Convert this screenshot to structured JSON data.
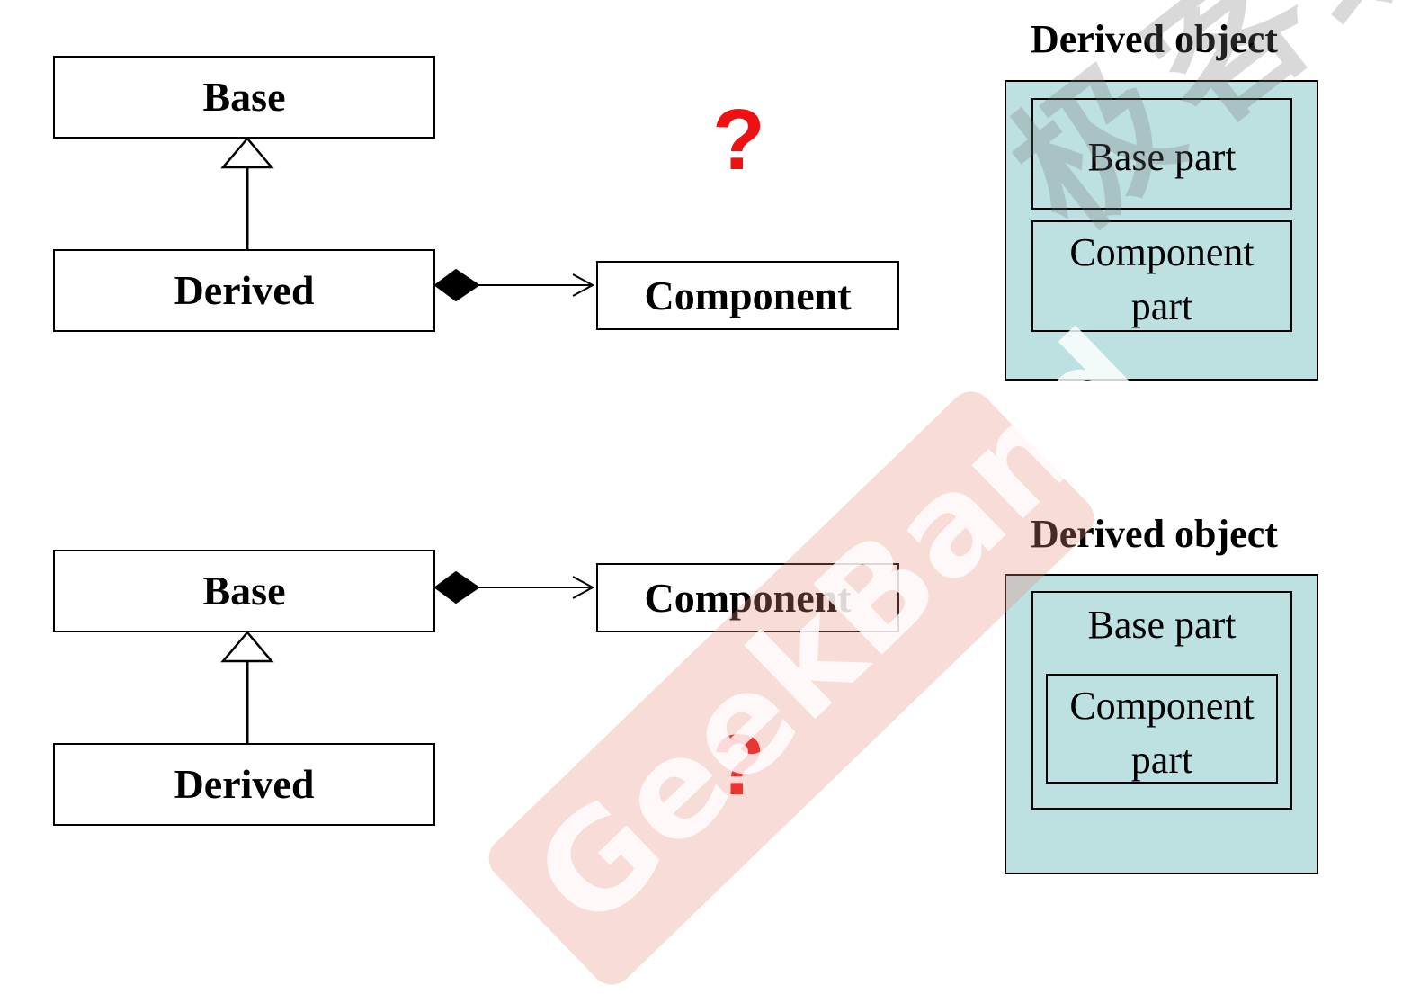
{
  "top": {
    "base_label": "Base",
    "derived_label": "Derived",
    "component_label": "Component",
    "question": "?",
    "object_title": "Derived object",
    "base_part": "Base part",
    "component_part_line1": "Component",
    "component_part_line2": "part"
  },
  "bottom": {
    "base_label": "Base",
    "derived_label": "Derived",
    "component_label": "Component",
    "question": "?",
    "object_title": "Derived object",
    "base_part": "Base part",
    "component_part_line1": "Component",
    "component_part_line2": "part"
  },
  "watermark": {
    "logo_text": "GeekBand",
    "cn_text": "极客班"
  },
  "colors": {
    "object_fill": "#bde0e1",
    "question_mark": "#ee1111",
    "watermark_band": "#e68c7d"
  }
}
